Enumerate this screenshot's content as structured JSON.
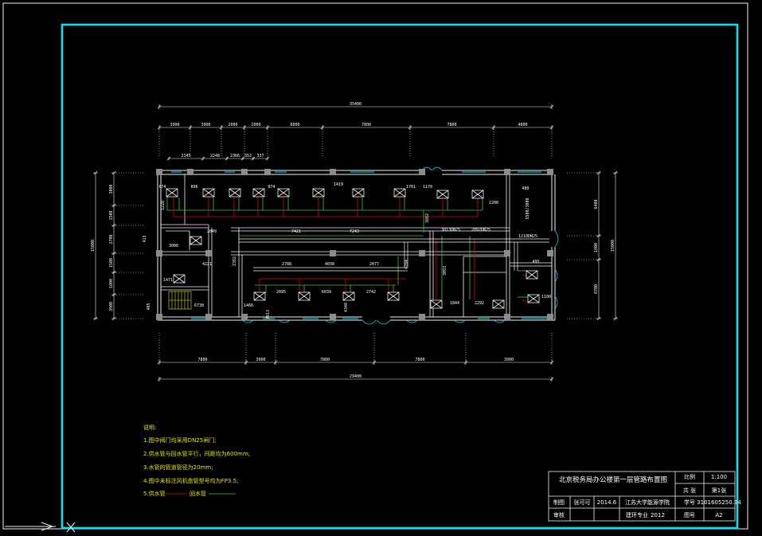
{
  "dimensions": {
    "top_total": "35400",
    "top_segments": [
      "3900",
      "3900",
      "2000",
      "2000",
      "6600",
      "7800",
      "7800",
      "4800"
    ],
    "top_inner": [
      "2145",
      "2248",
      "2366",
      "352",
      "337"
    ],
    "bottom_total": "29400",
    "bottom_segments": [
      "7800",
      "3900",
      "7800",
      "7800",
      "3900"
    ],
    "left_total": "15000",
    "left_segments": [
      "3000",
      "1500",
      "2700",
      "1500",
      "1800",
      "3900"
    ],
    "right_total": "15000",
    "right_segments": [
      "6400",
      "1800",
      "8700"
    ]
  },
  "plan_labels": {
    "l_874a": "874",
    "l_896": "896",
    "l_874b": "874",
    "l_1419": "1419",
    "l_1701": "1701",
    "l_1170": "1170",
    "l_480": "480",
    "l_2200": "2200",
    "l_5500": "5500/3000",
    "l_1228": "1228",
    "l_3882": "3882",
    "l_2849": "2849",
    "l_7421": "7421",
    "l_7243": "7243",
    "l_3013": "3013DN25",
    "l_2892": "2892DN25",
    "l_1210": "1210DN25",
    "l_3000": "3000",
    "l_413": "413",
    "l_4221": "4221",
    "l_2382": "2382",
    "l_2788": "2788",
    "l_4038": "4038",
    "l_2077": "2077",
    "l_4784": "4784",
    "l_2095": "2095",
    "l_6039": "6039",
    "l_2742": "2742",
    "l_3093": "3093",
    "l_1471": "1471",
    "l_6738": "6738",
    "l_1466": "1466",
    "l_2913": "2913",
    "l_4348": "4348",
    "l_1844": "1844",
    "l_2292": "2292",
    "l_1100": "1100",
    "l_495": "495",
    "l_405": "405"
  },
  "notes": {
    "title": "说明:",
    "items": [
      "1.图中阀门均采用DN25闸门;",
      "2.供水管与回水管平行，间距均为600mm;",
      "3.水管的管道管径为20mm;",
      "4.图中未标注风机盘管型号均为FP3.5;",
      "5.供水管"
    ],
    "return_label": "回水管"
  },
  "title_block": {
    "drawing_title": "北京税务局办公楼第一层管路布置图",
    "scale_label": "比例",
    "scale_value": "1:100",
    "sheets_label": "共 张",
    "sheet_no": "第1张",
    "drawn_label": "制图",
    "drawn_name": "张可可",
    "date": "2014.6",
    "school": "江苏大学能源学院",
    "class_label": "学号",
    "class_value": "3101605250.34",
    "reviewed_label": "审核",
    "dept": "建环专业",
    "dept_year": "2012",
    "drawing_no_label": "图号",
    "drawing_no": "A2"
  },
  "colors": {
    "frame": "#00e5ff",
    "wall": "#f2f2f2",
    "supply": "#e60000",
    "return": "#33cc33",
    "column": "#8c8c8c",
    "text": "#ffffff",
    "notes": "#e6e600"
  }
}
